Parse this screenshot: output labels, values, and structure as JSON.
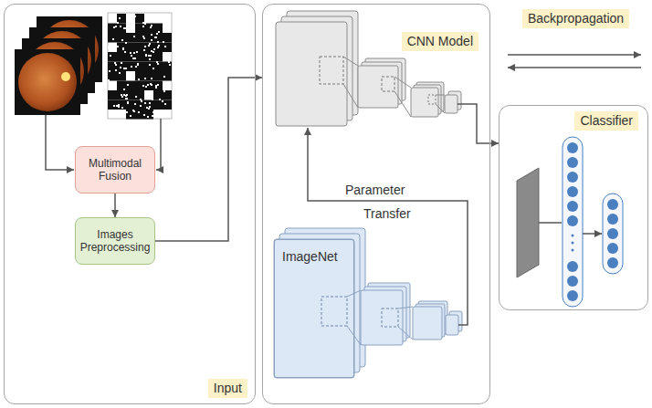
{
  "diagram": {
    "nodes": [
      {
        "text": [
          "Input"
        ]
      },
      {
        "text": [
          "Multimodal Fusion"
        ],
        "in": 0
      },
      {
        "text": [
          "Images Preprocessing"
        ],
        "in": 0
      },
      {
        "text": [
          "CNN Model"
        ]
      },
      {
        "text": [
          "ImageNet"
        ],
        "in": 3
      },
      {
        "text": [
          "Classifier"
        ]
      }
    ],
    "edges": [
      {
        "from": 1,
        "to": 2,
        "arrow": "to"
      },
      {
        "from": 2,
        "to": 3,
        "arrow": "to"
      },
      {
        "from": 3,
        "to": 5,
        "arrow": "to"
      }
    ],
    "labels": [
      "Backpropagation",
      "Parameter",
      "Transfer"
    ]
  }
}
